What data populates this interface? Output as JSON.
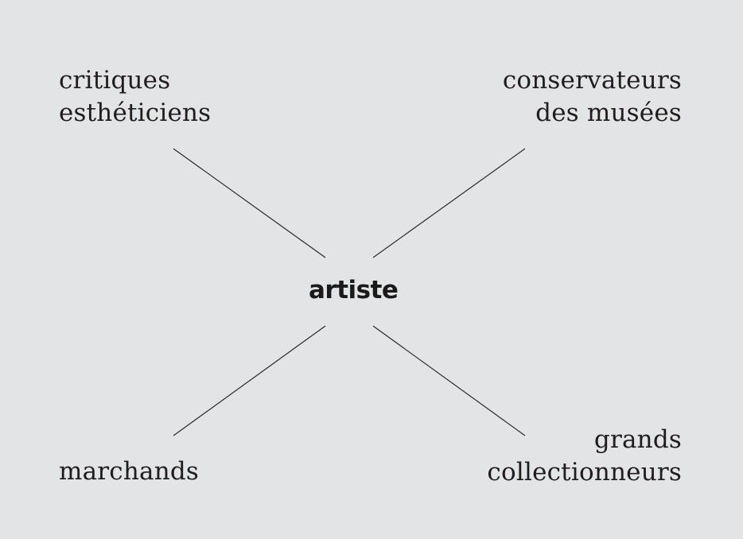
{
  "diagram": {
    "center_label": "artiste",
    "top_left": {
      "line1": "critiques",
      "line2": "esthéticiens"
    },
    "top_right": {
      "line1": "conservateurs",
      "line2": "des musées"
    },
    "bottom_left": {
      "line1": "marchands"
    },
    "bottom_right": {
      "line1": "grands",
      "line2": "collectionneurs"
    }
  }
}
